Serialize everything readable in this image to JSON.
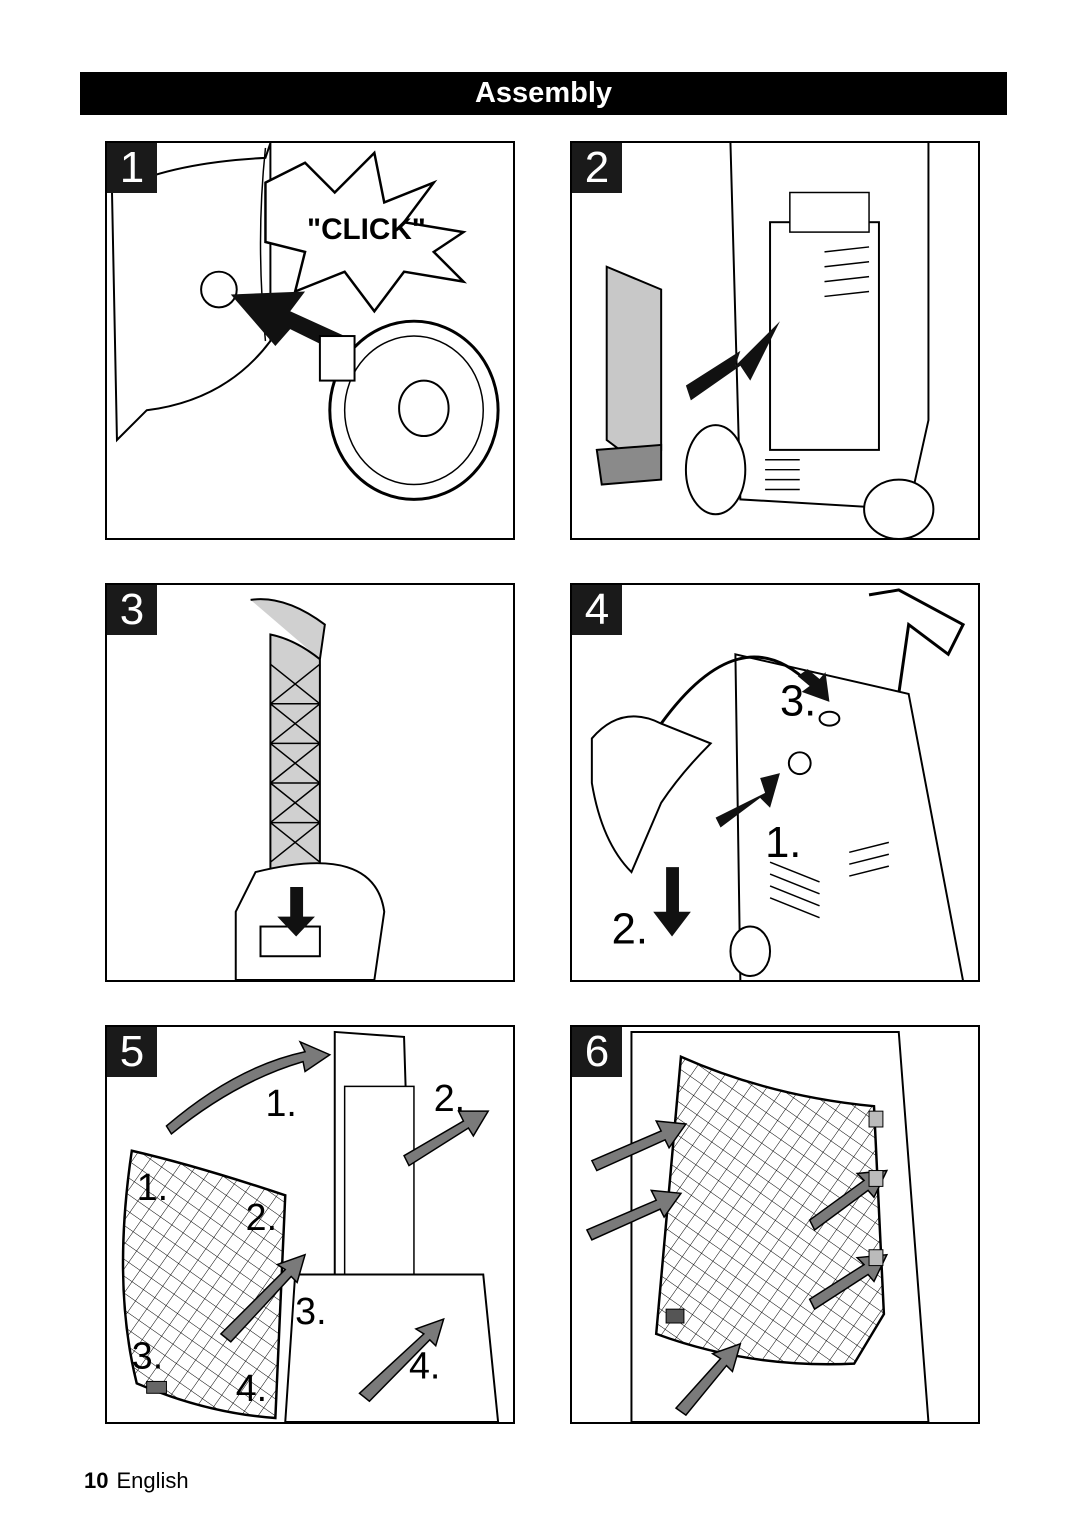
{
  "header": {
    "title": "Assembly"
  },
  "panels": [
    {
      "step": "1",
      "callout": "\"CLICK\""
    },
    {
      "step": "2"
    },
    {
      "step": "3"
    },
    {
      "step": "4",
      "labels": [
        "3.",
        "1.",
        "2."
      ]
    },
    {
      "step": "5",
      "labels": [
        "1.",
        "2.",
        "1.",
        "2.",
        "3.",
        "3.",
        "4.",
        "4."
      ]
    },
    {
      "step": "6"
    }
  ],
  "footer": {
    "page_number": "10",
    "language": "English"
  }
}
